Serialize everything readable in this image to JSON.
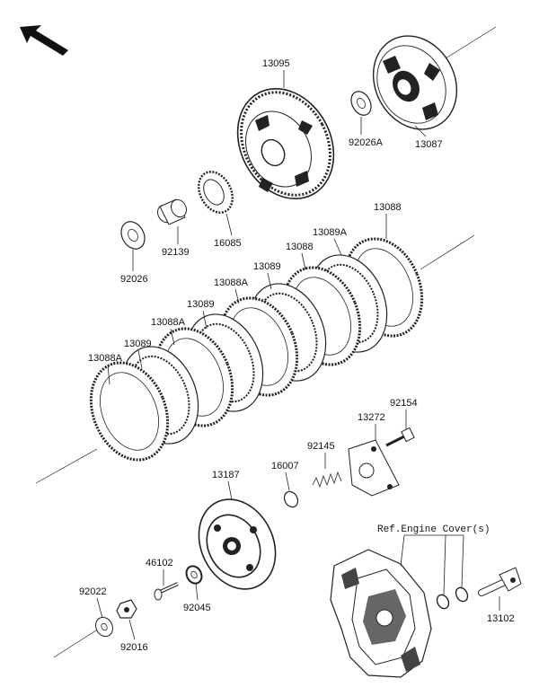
{
  "diagram": {
    "ref_note": "Ref.Engine Cover(s)",
    "parts": {
      "p13095": "13095",
      "p13087": "13087",
      "p92026A": "92026A",
      "p92139": "92139",
      "p16085": "16085",
      "p92026": "92026",
      "p13088_top": "13088",
      "p13089A_1": "13089A",
      "p13088_2": "13088",
      "p13089_1": "13089",
      "p13088A_1": "13088A",
      "p13089_2": "13089",
      "p13088A_2": "13088A",
      "p13089_3": "13089",
      "p13088A_3": "13088A",
      "p92154": "92154",
      "p13272": "13272",
      "p92145": "92145",
      "p16007": "16007",
      "p13187": "13187",
      "p46102": "46102",
      "p92022": "92022",
      "p92045": "92045",
      "p92016": "92016",
      "p13102": "13102"
    }
  }
}
